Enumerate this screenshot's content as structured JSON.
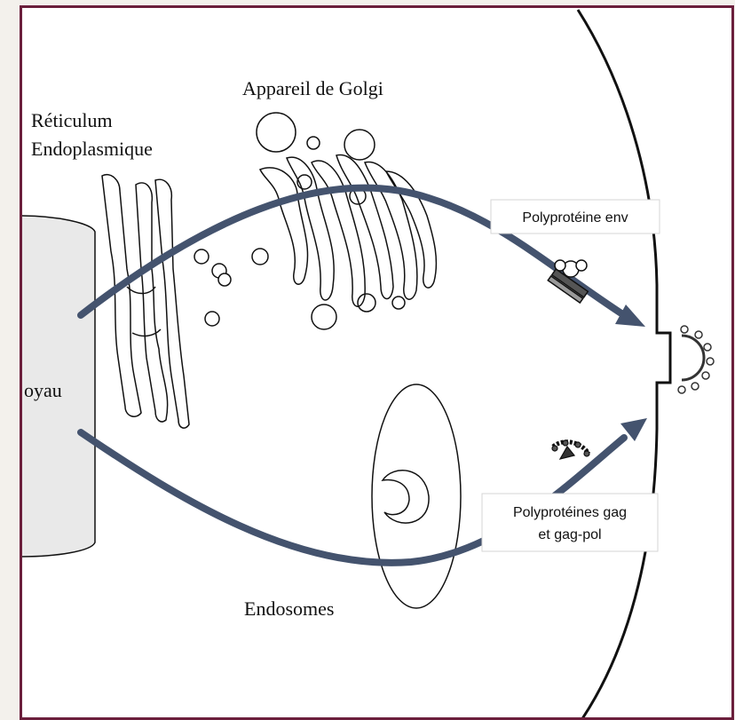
{
  "labels": {
    "reticulum_line1": "Réticulum",
    "reticulum_line2": "Endoplasmique",
    "golgi": "Appareil de Golgi",
    "noyau": "oyau",
    "endosomes": "Endosomes",
    "env_box": "Polyprotéine env",
    "gag_box_line1": "Polyprotéines gag",
    "gag_box_line2": "et gag-pol"
  },
  "colors": {
    "frame_border": "#6b1f3c",
    "arrow": "#44536e",
    "outline": "#111111",
    "background": "#f3f1ec"
  }
}
